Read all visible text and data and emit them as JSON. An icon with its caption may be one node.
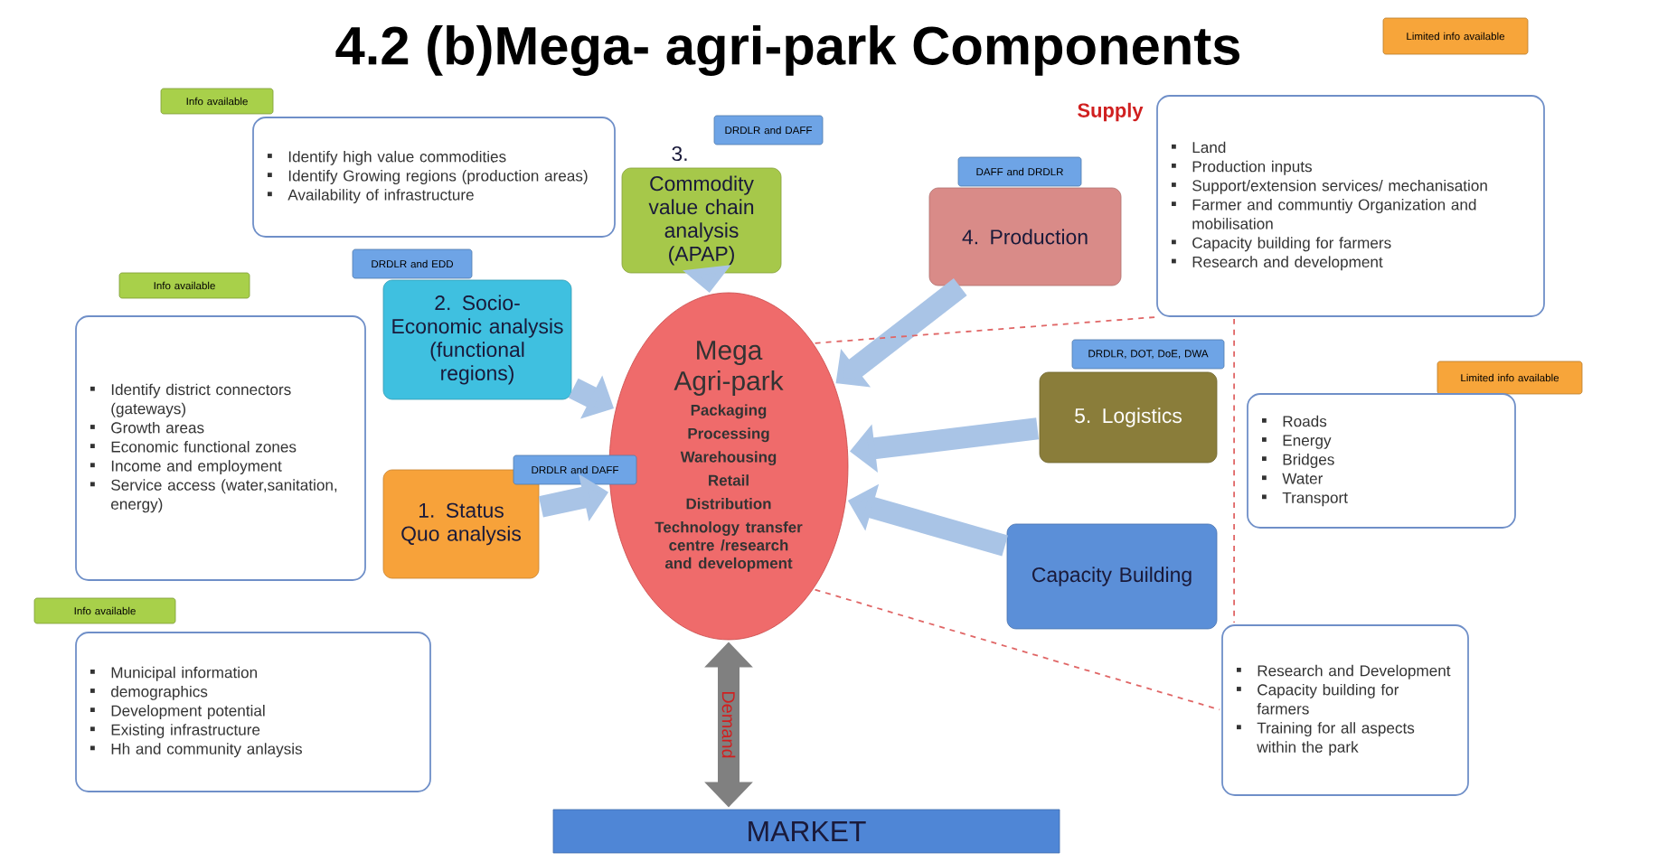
{
  "diagram": {
    "title": "4.2 (b)Mega- agri-park Components",
    "nodes": [
      {
        "text": [
          "Mega Agri-park",
          "Packaging",
          "Processing",
          "Warehousing",
          "Retail",
          "Distribution",
          "Technology transfer centre /research and development"
        ]
      },
      {
        "text": [
          "3.",
          "Commodity value chain analysis (APAP)"
        ]
      },
      {
        "text": [
          "2. Socio-Economic analysis (functional regions)"
        ]
      },
      {
        "text": [
          "1. Status Quo analysis"
        ]
      },
      {
        "text": [
          "4. Production"
        ]
      },
      {
        "text": [
          "5. Logistics"
        ]
      },
      {
        "text": [
          "Capacity Building"
        ]
      },
      {
        "text": [
          "MARKET"
        ]
      },
      {
        "text": [
          "DRDLR and DAFF"
        ]
      },
      {
        "text": [
          "DRDLR and EDD"
        ]
      },
      {
        "text": [
          "DRDLR and DAFF"
        ]
      },
      {
        "text": [
          "DAFF and DRDLR"
        ]
      },
      {
        "text": [
          "DRDLR, DOT, DoE, DWA"
        ]
      },
      {
        "text": [
          "Info available"
        ]
      },
      {
        "text": [
          "Info available"
        ]
      },
      {
        "text": [
          "Info available"
        ]
      },
      {
        "text": [
          "Limited info available"
        ]
      },
      {
        "text": [
          "Limited info available"
        ]
      },
      {
        "text": [
          "Identify high value  commodities",
          "Identify Growing regions (production areas)",
          "Availability of infrastructure"
        ]
      },
      {
        "text": [
          "Identify district connectors (gateways)",
          "Growth areas",
          "Economic functional zones",
          "Income and employment",
          "Service access (water,sanitation, energy)"
        ]
      },
      {
        "text": [
          "Municipal information",
          "demographics",
          "Development potential",
          "Existing  infrastructure",
          "Hh and community anlaysis"
        ]
      },
      {
        "text": [
          "Land",
          "Production inputs",
          "Support/extension services/ mechanisation",
          "Farmer and communtiy Organization and mobilisation",
          "Capacity building for farmers",
          "Research and development"
        ]
      },
      {
        "text": [
          "Roads",
          "Energy",
          "Bridges",
          "Water",
          "Transport"
        ]
      },
      {
        "text": [
          "Research and Development",
          "Capacity building for farmers",
          "Training for all aspects within the park"
        ]
      }
    ],
    "edges": [
      {
        "from": 1,
        "to": 0,
        "arrow": "to"
      },
      {
        "from": 2,
        "to": 0,
        "arrow": "to"
      },
      {
        "from": 3,
        "to": 0,
        "arrow": "to"
      },
      {
        "from": 4,
        "to": 0,
        "arrow": "to"
      },
      {
        "from": 5,
        "to": 0,
        "arrow": "to"
      },
      {
        "from": 6,
        "to": 0,
        "arrow": "to"
      },
      {
        "from": 0,
        "to": 7,
        "arrow": "both",
        "label": "Demand",
        "color": "#808080"
      },
      {
        "from": 0,
        "to": 21,
        "arrow": "none",
        "style": "dashed",
        "color": "#e06666"
      },
      {
        "from": 21,
        "to": 23,
        "arrow": "none",
        "style": "dashed",
        "color": "#e06666"
      },
      {
        "from": 0,
        "to": 23,
        "arrow": "none",
        "style": "dashed",
        "color": "#e06666"
      }
    ],
    "labels": [
      "Supply"
    ]
  }
}
